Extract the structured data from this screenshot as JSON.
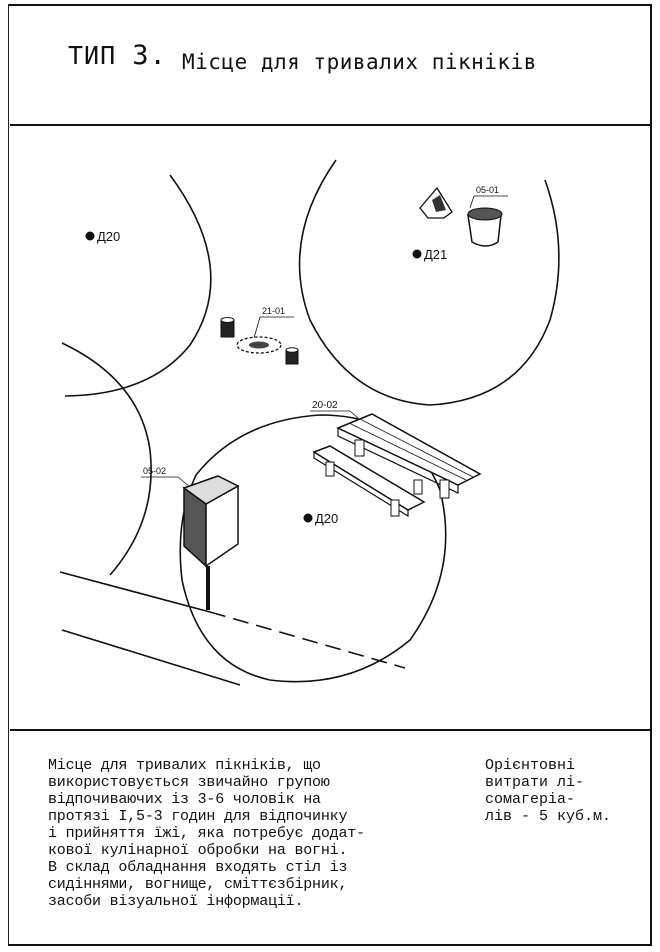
{
  "header": {
    "type_label": "ТИП",
    "type_number": "3.",
    "title": "Місце для тривалих пікніків"
  },
  "drawing": {
    "zones": [
      {
        "label": "Д20"
      },
      {
        "label": "Д21"
      },
      {
        "label": "Д20"
      }
    ],
    "callouts": [
      {
        "code": "05-01"
      },
      {
        "code": "21-01"
      },
      {
        "code": "20-02"
      },
      {
        "code": "05-02"
      }
    ]
  },
  "description": {
    "lines": [
      "Місце для тривалих пікніків, що",
      "використовується звичайно групою",
      "відпочиваючих із 3-6 чоловік на",
      "протязі І,5-3 годин для відпочинку",
      "і прийняття їжі, яка потребує додат-",
      "кової кулінарної обробки на вогні.",
      "В склад обладнання входять стіл із",
      "сидіннями, вогнище, сміттєзбірник,",
      "засоби візуальної інформації."
    ]
  },
  "cost_note": {
    "lines": [
      "Орієнтовні",
      "витрати лі-",
      "сомагеріа-",
      "лів - 5 куб.м."
    ]
  }
}
